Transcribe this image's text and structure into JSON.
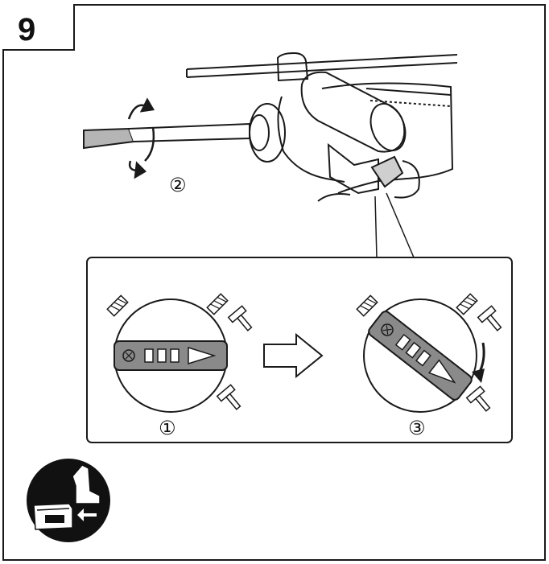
{
  "step_number": "9",
  "labels": {
    "step_2": "②",
    "step_1": "①",
    "step_3": "③"
  },
  "colors": {
    "line": "#1a1a1a",
    "selector_bar": "#8a8a8a",
    "icon_bg": "#111111"
  },
  "icons": {
    "arrow": "right-arrow-icon",
    "rotation": "rotate-arrows-icon",
    "drill_bit": "drill-bit-icon",
    "hammer_drill": "hammer-drill-icon",
    "hammer": "hammer-icon",
    "battery_removal": "battery-removal-icon"
  }
}
